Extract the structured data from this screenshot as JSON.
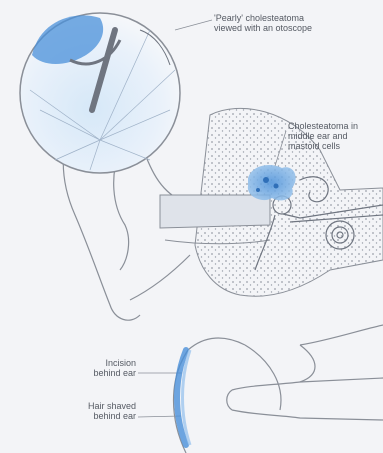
{
  "labels": {
    "pearly": "'Pearly' cholesteatoma\nviewed with an otoscope",
    "middle_ear": "Cholesteatoma in\nmiddle ear and\nmastoid cells",
    "incision": "Incision\nbehind ear",
    "hair": "Hair shaved\nbehind ear"
  },
  "colors": {
    "highlight_blue": "#4a90d9",
    "light_blue": "#cfe2f6",
    "outline": "#8a8f98",
    "bone_dots": "#9aa0aa"
  }
}
